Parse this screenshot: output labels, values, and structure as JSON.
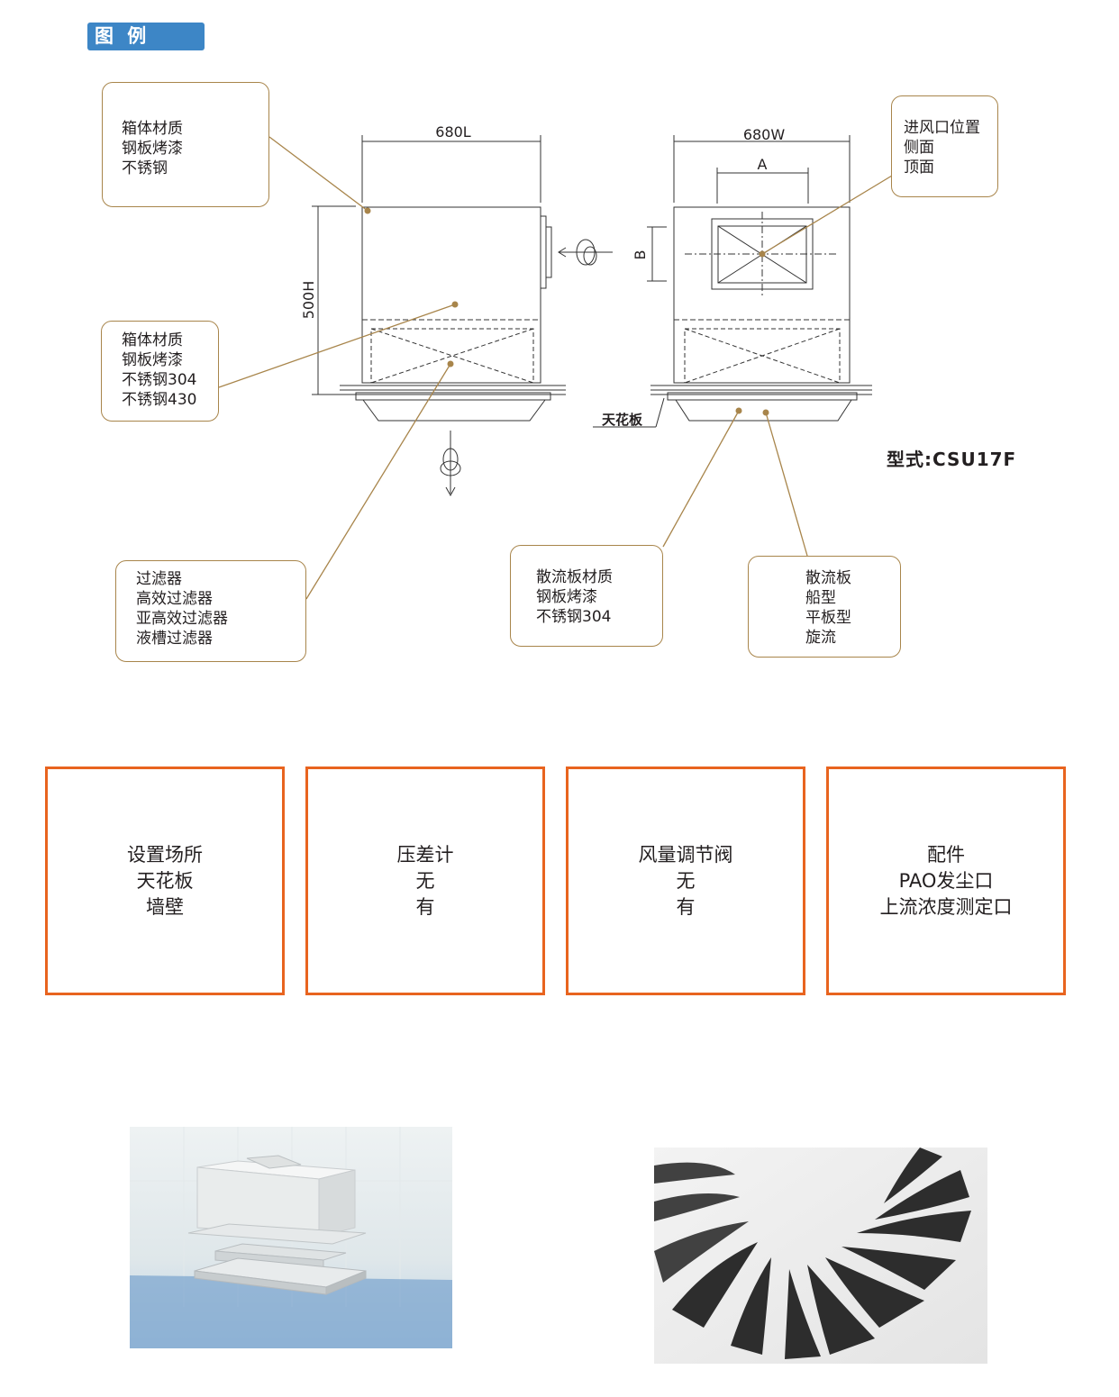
{
  "legend_title": "图 例",
  "model_label": "型式:CSU17F",
  "dimensions": {
    "length": "680L",
    "width": "680W",
    "height": "500H",
    "a": "A",
    "b": "B"
  },
  "ceiling_label": "天花板",
  "callouts": {
    "box_material_top": [
      "箱体材质",
      "钢板烤漆",
      "不锈钢"
    ],
    "box_material_mid": [
      "箱体材质",
      "钢板烤漆",
      "不锈钢304",
      "不锈钢430"
    ],
    "filter": [
      "过滤器",
      "高效过滤器",
      "亚高效过滤器",
      "液槽过滤器"
    ],
    "inlet_position": [
      "进风口位置",
      "侧面",
      "顶面"
    ],
    "diffuser_material": [
      "散流板材质",
      "钢板烤漆",
      "不锈钢304"
    ],
    "diffuser_type": [
      "散流板",
      "船型",
      "平板型",
      "旋流"
    ]
  },
  "options": [
    {
      "title": "设置场所",
      "items": [
        "天花板",
        "墙壁"
      ]
    },
    {
      "title": "压差计",
      "items": [
        "无",
        "有"
      ]
    },
    {
      "title": "风量调节阀",
      "items": [
        "无",
        "有"
      ]
    },
    {
      "title": "配件",
      "items": [
        "PAO发尘口",
        "上流浓度测定口"
      ]
    }
  ],
  "colors": {
    "legend_bg": "#3d86c6",
    "callout_border": "#a8854b",
    "option_border": "#e8641f"
  }
}
